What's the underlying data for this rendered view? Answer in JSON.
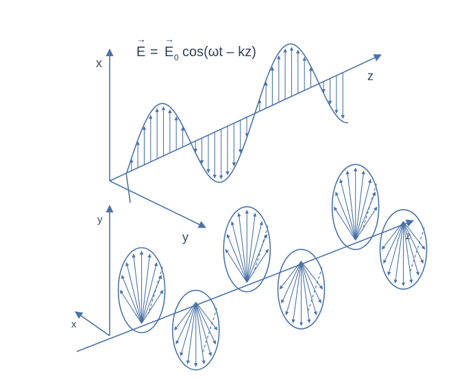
{
  "equation": {
    "lhs": "E",
    "equals": "=",
    "amp": "E",
    "amp_sub": "0",
    "rhs": "cos(ωt – kz)",
    "vec_mark": "→"
  },
  "linear_wave": {
    "x_axis_label": "x",
    "y_axis_label": "y",
    "z_axis_label": "z"
  },
  "circular_wave": {
    "x_axis_label": "x",
    "y_axis_label": "y",
    "z_axis_label": "z"
  },
  "colors": {
    "line": "#4a72a8",
    "text": "#3a4a60"
  }
}
